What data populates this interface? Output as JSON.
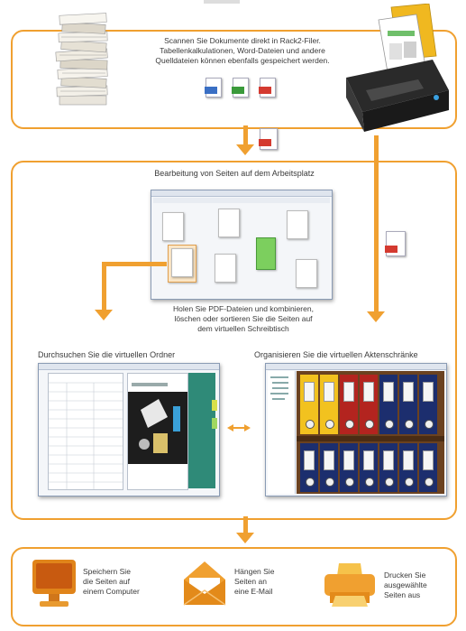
{
  "sections": {
    "scan": {
      "text_lines": [
        "Scannen Sie Dokumente direkt in Rack2-Filer.",
        "Tabellenkalkulationen, Word-Dateien und andere",
        "Quelldateien können ebenfalls gespeichert werden."
      ]
    },
    "workspace": {
      "title": "Bearbeitung von Seiten auf dem Arbeitsplatz",
      "caption_lines": [
        "Holen Sie PDF-Dateien und kombinieren,",
        "löschen oder sortieren Sie die Seiten auf",
        "dem virtuellen Schreibtisch"
      ]
    },
    "folders": {
      "title": "Durchsuchen Sie die virtuellen Ordner"
    },
    "cabinets": {
      "title": "Organisieren Sie die virtuellen Aktenschränke"
    },
    "outputs": [
      {
        "lines": [
          "Speichern Sie",
          "die Seiten auf",
          "einem Computer"
        ],
        "icon": "computer-icon"
      },
      {
        "lines": [
          "Hängen Sie",
          "Seiten an",
          "eine E-Mail"
        ],
        "icon": "email-icon"
      },
      {
        "lines": [
          "Drucken Sie",
          "ausgewählte",
          "Seiten aus"
        ],
        "icon": "printer-icon"
      }
    ]
  },
  "file_icons": [
    "pdf-file-icon",
    "word-file-icon",
    "excel-file-icon",
    "powerpoint-file-icon"
  ],
  "colors": {
    "accent": "#f0a030",
    "pdf": "#d43a30",
    "word": "#3a6fc4",
    "excel": "#3a9a3a",
    "binder_yellow": "#f2c21f",
    "binder_red": "#b3241f",
    "binder_navy": "#1c2e6e",
    "shelf": "#6b4220"
  }
}
